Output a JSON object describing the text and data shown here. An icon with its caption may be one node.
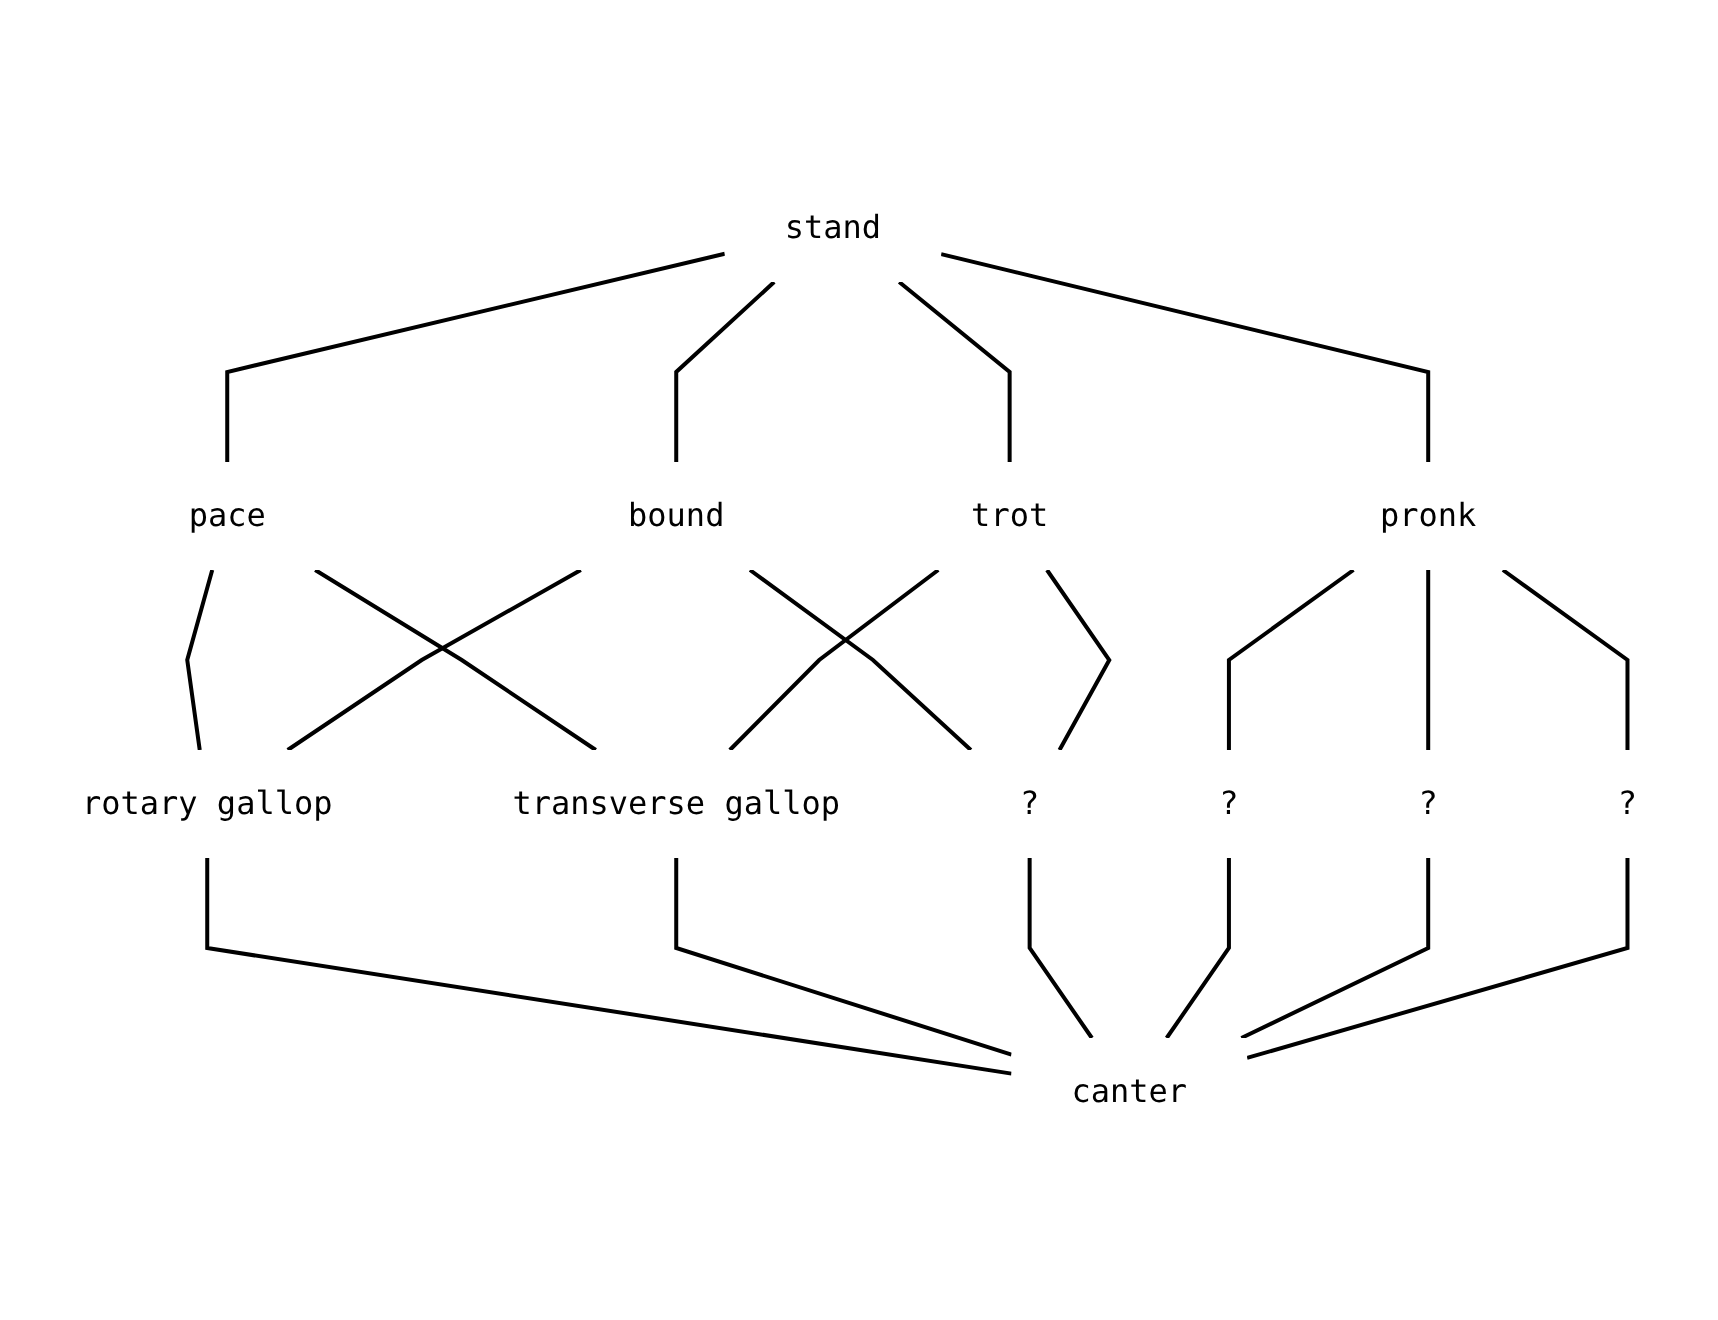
{
  "diagram": {
    "nodes": [
      {
        "text": [
          "stand"
        ]
      },
      {
        "text": [
          "pace"
        ]
      },
      {
        "text": [
          "bound"
        ]
      },
      {
        "text": [
          "trot"
        ]
      },
      {
        "text": [
          "pronk"
        ]
      },
      {
        "text": [
          "rotary gallop"
        ]
      },
      {
        "text": [
          "transverse gallop"
        ]
      },
      {
        "text": [
          "?"
        ]
      },
      {
        "text": [
          "?"
        ]
      },
      {
        "text": [
          "?"
        ]
      },
      {
        "text": [
          "?"
        ]
      },
      {
        "text": [
          "canter"
        ]
      }
    ],
    "edges": [
      {
        "from": 0,
        "to": 1,
        "arrow": "none"
      },
      {
        "from": 0,
        "to": 2,
        "arrow": "none"
      },
      {
        "from": 0,
        "to": 3,
        "arrow": "none"
      },
      {
        "from": 0,
        "to": 4,
        "arrow": "none"
      },
      {
        "from": 1,
        "to": 5,
        "arrow": "none"
      },
      {
        "from": 1,
        "to": 6,
        "arrow": "none"
      },
      {
        "from": 2,
        "to": 5,
        "arrow": "none"
      },
      {
        "from": 2,
        "to": 7,
        "arrow": "none"
      },
      {
        "from": 3,
        "to": 6,
        "arrow": "none"
      },
      {
        "from": 3,
        "to": 7,
        "arrow": "none"
      },
      {
        "from": 4,
        "to": 8,
        "arrow": "none"
      },
      {
        "from": 4,
        "to": 9,
        "arrow": "none"
      },
      {
        "from": 4,
        "to": 10,
        "arrow": "none"
      },
      {
        "from": 5,
        "to": 11,
        "arrow": "none"
      },
      {
        "from": 6,
        "to": 11,
        "arrow": "none"
      },
      {
        "from": 7,
        "to": 11,
        "arrow": "none"
      },
      {
        "from": 8,
        "to": 11,
        "arrow": "none"
      },
      {
        "from": 9,
        "to": 11,
        "arrow": "none"
      },
      {
        "from": 10,
        "to": 11,
        "arrow": "none"
      }
    ]
  }
}
